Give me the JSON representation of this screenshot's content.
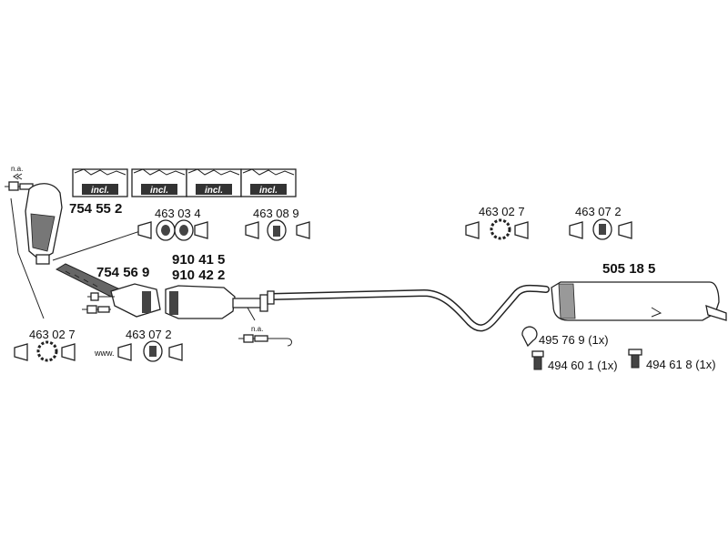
{
  "kit_boxes": {
    "label": "incl.",
    "part_number": "754 55 2"
  },
  "labels": {
    "na_top": "n.a.",
    "na_mid": "n.a.",
    "www": "www."
  },
  "parts": {
    "clamp_set_top_left": "463 03 4",
    "clamp_set_top_mid": "463 08 9",
    "catalyst": "754 56 9",
    "filter_a": "910 41 5",
    "filter_b": "910 42 2",
    "clamp_set_bottom_left_a": "463 02 7",
    "clamp_set_bottom_left_b": "463 07 2",
    "clamp_set_right_a": "463 02 7",
    "clamp_set_right_b": "463 07 2",
    "muffler": "505 18 5",
    "hanger_clip": "495 76 9 (1x)",
    "rubber_mount_a": "494 60 1 (1x)",
    "rubber_mount_b": "494 61 8 (1x)"
  }
}
